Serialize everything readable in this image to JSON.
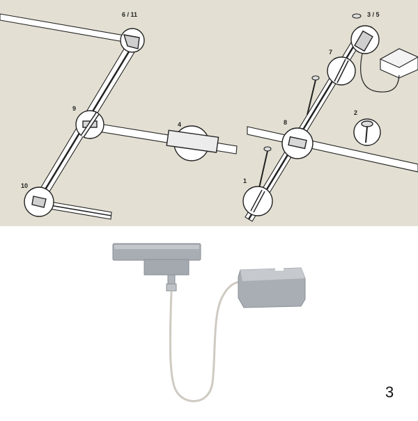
{
  "colors": {
    "panel_background": "#e3dfd2",
    "page_background": "#ffffff",
    "rail_fill": "#ffffff",
    "rail_outline": "#222222",
    "connector_metal": "#a8adb3"
  },
  "diagram": {
    "left_panel": {
      "callouts": {
        "corner_connector": "6 / 11",
        "t_connector": "9",
        "straight_connector": "4",
        "end_corner": "10"
      }
    },
    "right_panel": {
      "callouts": {
        "ceiling_feed": "3 / 5",
        "rail_joint": "7",
        "cross_connector": "8",
        "ceiling_mount": "2",
        "suspension": "1"
      }
    }
  },
  "product": {
    "figure_number": "3",
    "items": [
      "track-adapter",
      "cable",
      "power-supply-box"
    ]
  }
}
